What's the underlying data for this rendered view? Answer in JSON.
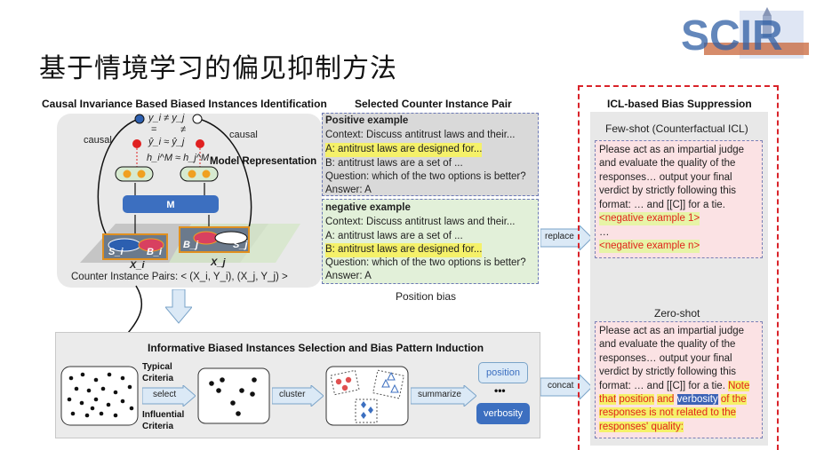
{
  "slide_title": "基于情境学习的偏见抑制方法",
  "logo_text": "SCIR",
  "causal": {
    "heading": "Causal Invariance Based Biased Instances Identification",
    "causal_left": "causal",
    "causal_right": "causal",
    "eq_y": "y_i ≠ y_j",
    "eq_eq": "=",
    "eq_neq": "≠",
    "eq_yhat": "ŷ_i ≈ ŷ_j",
    "eq_h": "h_i^M ≈ h_j^M",
    "model_rep": "Model Representation",
    "model_label": "M",
    "s_i": "S_i",
    "b_i": "B_i",
    "b_j": "B_j",
    "s_j": "S_j",
    "x_i": "X_i",
    "x_j": "X_j",
    "pairs": "Counter Instance Pairs: < (X_i, Y_i), (X_j, Y_j) >"
  },
  "counter_pair": {
    "heading": "Selected Counter Instance Pair",
    "positive": {
      "title": "Positive example",
      "context": "Context: Discuss antitrust laws and their...",
      "option_a": "A: antitrust laws are designed for...",
      "option_b": "B: antitrust laws are a set of ...",
      "question": "Question: which of the two options is better?",
      "answer": "Answer: A"
    },
    "negative": {
      "title": "negative example",
      "context": "Context: Discuss antitrust laws and their...",
      "option_a": "A: antitrust laws are a set of ...",
      "option_b": "B: antitrust laws are designed for...",
      "question": "Question: which of the two options is better?",
      "answer": "Answer: A"
    },
    "bias_label": "Position bias"
  },
  "selection": {
    "heading": "Informative Biased Instances Selection and Bias Pattern Induction",
    "typical": "Typical Criteria",
    "influential": "Influential Criteria",
    "select": "select",
    "cluster": "cluster",
    "summarize": "summarize",
    "pattern_1": "position",
    "pattern_dots": "•••",
    "pattern_2": "verbosity"
  },
  "icl": {
    "heading": "ICL-based Bias Suppression",
    "few_shot_title": "Few-shot (Counterfactual ICL)",
    "few_shot_text": "Please act as an impartial judge and evaluate the quality of the responses… output your final verdict by strictly following this format: … and [[C]] for a tie.",
    "neg_ex_1": "<negative example 1>",
    "ellipsis": "…",
    "neg_ex_n": "<negative example n>",
    "zero_shot_title": "Zero-shot",
    "zero_shot_text": "Please act as an impartial judge and evaluate the quality of the responses… output your final verdict by strictly following this format: … and [[C]] for a tie.",
    "note_1": "Note that",
    "note_position": "position",
    "note_and": "and",
    "note_verbosity": "verbosity",
    "note_2": "of the responses is not related to the responses' quality:",
    "replace": "replace",
    "concat": "concat"
  },
  "colors": {
    "accent_red": "#d9232a",
    "positive_bg": "#d9d9d9",
    "negative_bg": "#e2f0d9",
    "prompt_bg": "#fbe2e4",
    "arrow_fill": "#dbe9f6",
    "arrow_stroke": "#7aa3c8",
    "model_blue": "#3c6fc0",
    "highlight_yellow": "#f5f169"
  }
}
